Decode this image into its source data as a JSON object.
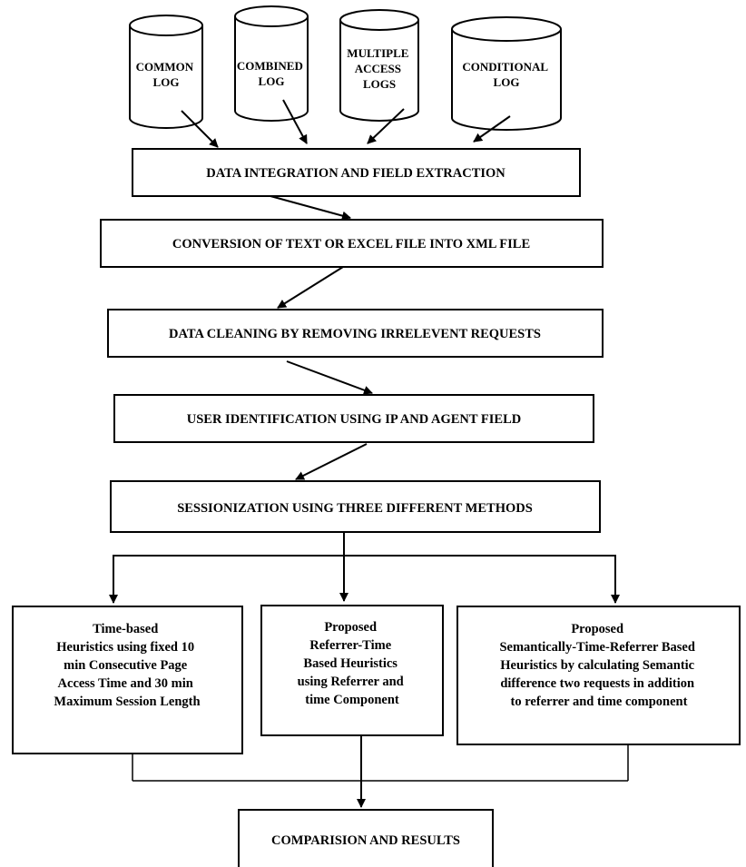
{
  "databases": [
    {
      "id": "common",
      "lines": [
        "COMMON",
        "LOG"
      ]
    },
    {
      "id": "combined",
      "lines": [
        "COMBINED",
        "LOG"
      ]
    },
    {
      "id": "multiple",
      "lines": [
        "MULTIPLE",
        "ACCESS",
        "LOGS"
      ]
    },
    {
      "id": "conditional",
      "lines": [
        "CONDITIONAL",
        "LOG"
      ]
    }
  ],
  "steps": [
    "DATA INTEGRATION AND FIELD EXTRACTION",
    "CONVERSION OF TEXT OR EXCEL FILE INTO XML FILE",
    "DATA CLEANING BY REMOVING IRRELEVENT REQUESTS",
    "USER IDENTIFICATION USING IP AND AGENT FIELD",
    "SESSIONIZATION USING THREE DIFFERENT METHODS"
  ],
  "methods": [
    {
      "id": "time-based",
      "lines": [
        "Time-based",
        "Heuristics using fixed 10",
        "min Consecutive Page",
        "Access Time and 30 min",
        "Maximum Session Length"
      ]
    },
    {
      "id": "referrer-time",
      "lines": [
        "Proposed",
        "Referrer-Time",
        "Based Heuristics",
        "using Referrer and",
        "time Component"
      ]
    },
    {
      "id": "semantic",
      "lines": [
        "Proposed",
        "Semantically-Time-Referrer Based",
        "Heuristics by calculating Semantic",
        "difference two requests in addition",
        "to referrer and time component"
      ]
    }
  ],
  "result": "COMPARISION AND RESULTS"
}
